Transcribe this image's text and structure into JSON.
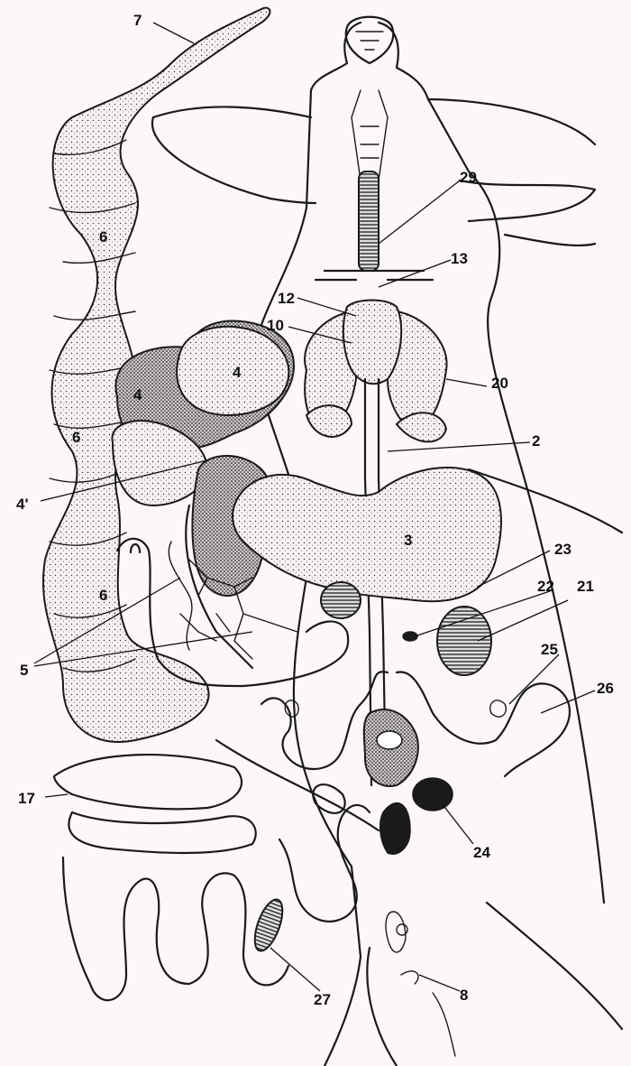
{
  "labels": [
    {
      "id": "label-7",
      "text": "7"
    },
    {
      "id": "label-29",
      "text": "29"
    },
    {
      "id": "label-13",
      "text": "13"
    },
    {
      "id": "label-12",
      "text": "12"
    },
    {
      "id": "label-10",
      "text": "10"
    },
    {
      "id": "label-6a",
      "text": "6"
    },
    {
      "id": "label-4a",
      "text": "4"
    },
    {
      "id": "label-4b",
      "text": "4"
    },
    {
      "id": "label-20",
      "text": "20"
    },
    {
      "id": "label-6b",
      "text": "6"
    },
    {
      "id": "label-2",
      "text": "2"
    },
    {
      "id": "label-4prime",
      "text": "4'"
    },
    {
      "id": "label-3",
      "text": "3"
    },
    {
      "id": "label-23",
      "text": "23"
    },
    {
      "id": "label-6c",
      "text": "6"
    },
    {
      "id": "label-22",
      "text": "22"
    },
    {
      "id": "label-21",
      "text": "21"
    },
    {
      "id": "label-25",
      "text": "25"
    },
    {
      "id": "label-5",
      "text": "5"
    },
    {
      "id": "label-26",
      "text": "26"
    },
    {
      "id": "label-17",
      "text": "17"
    },
    {
      "id": "label-24",
      "text": "24"
    },
    {
      "id": "label-27",
      "text": "27"
    },
    {
      "id": "label-8",
      "text": "8"
    }
  ]
}
